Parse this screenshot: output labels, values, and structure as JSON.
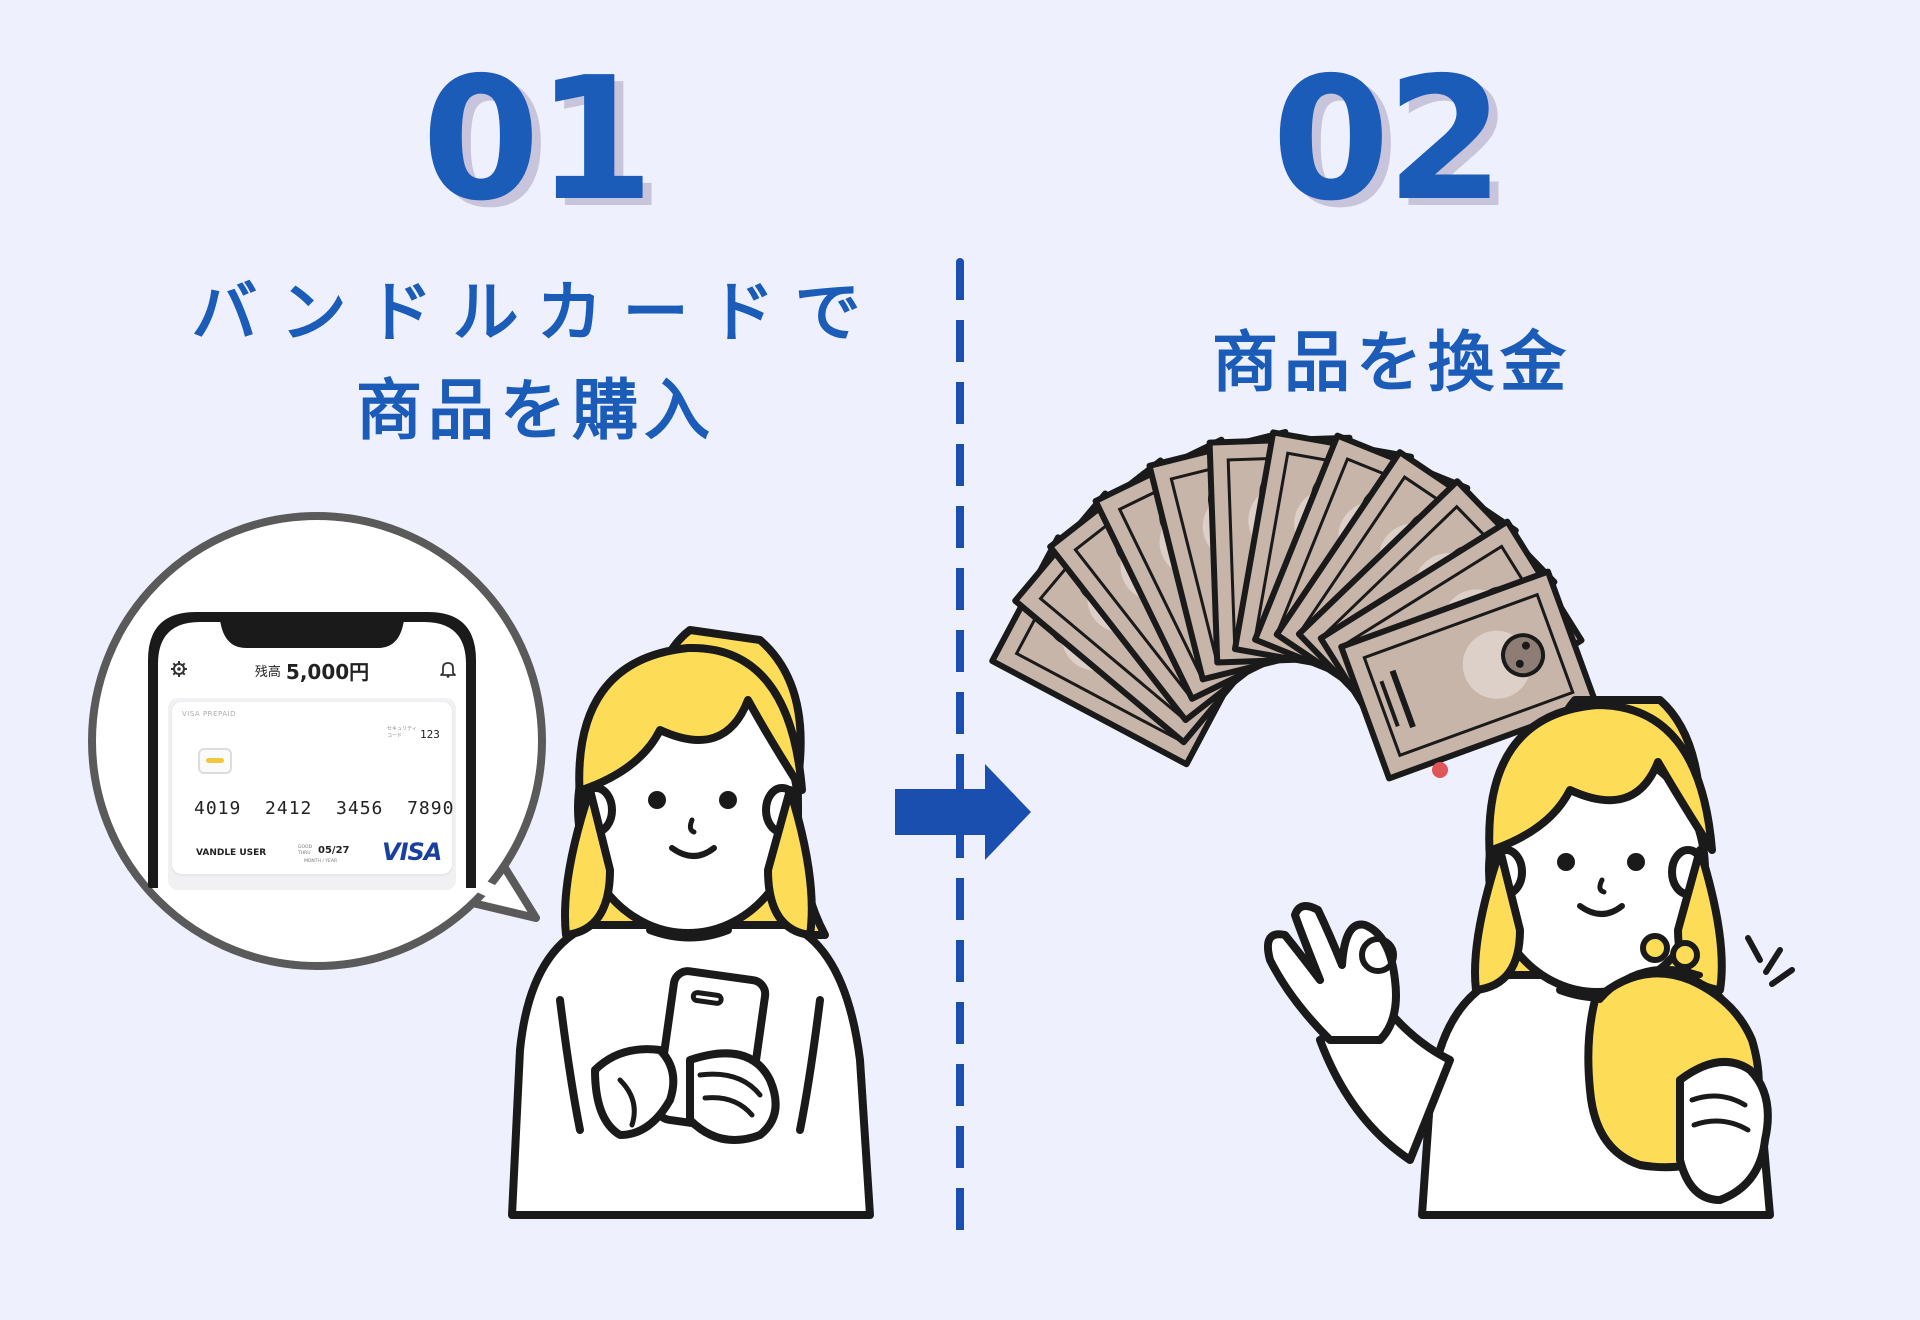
{
  "steps": [
    {
      "number": "01",
      "title_line1": "バンドルカードで",
      "title_line2": "商品を購入"
    },
    {
      "number": "02",
      "title_line1": "商品を換金"
    }
  ],
  "phone": {
    "balance_label": "残高",
    "balance_amount": "5,000円",
    "card_type_label": "VISA PREPAID",
    "security_label_1": "セキュリティ",
    "security_label_2": "コード",
    "security_code": "123",
    "card_number": "4019  2412  3456  7890",
    "holder": "VANDLE USER",
    "good_thru_1": "GOOD",
    "good_thru_2": "THRU",
    "expiry": "05/27",
    "expiry_caption": "MONTH / YEAR",
    "brand": "VISA"
  },
  "colors": {
    "accent": "#1a5cb8",
    "arrow": "#1a4fb0",
    "hair": "#fddc57",
    "background": "#eef1fd",
    "bill": "#c8b5aa"
  },
  "icons": [
    "gear-icon",
    "bell-icon",
    "chip-icon",
    "arrow-right-icon",
    "coin-purse-icon",
    "banknote-icon"
  ]
}
